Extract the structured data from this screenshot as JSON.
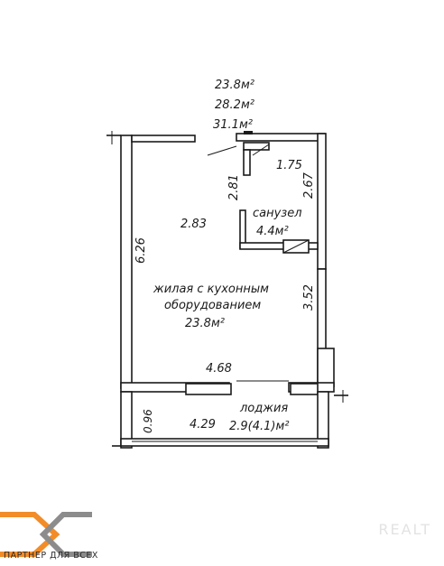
{
  "areas": {
    "total_1": "23.8м²",
    "total_2": "28.2м²",
    "total_3": "31.1м²"
  },
  "dimensions": {
    "d_1_75": "1.75",
    "d_2_81": "2.81",
    "d_2_67": "2.67",
    "d_2_83": "2.83",
    "d_6_26": "6.26",
    "d_3_52": "3.52",
    "d_4_68": "4.68",
    "d_0_96": "0.96",
    "d_4_29": "4.29"
  },
  "rooms": {
    "bathroom_name": "санузел",
    "bathroom_area": "4.4м²",
    "living_line1": "жилая с кухонным",
    "living_line2": "оборудованием",
    "living_area": "23.8м²",
    "loggia_name": "лоджия",
    "loggia_area": "2.9(4.1)м²"
  },
  "branding": {
    "logo_text": "ПАРТНЕР ДЛЯ ВСЕХ",
    "watermark": "REALT"
  },
  "colors": {
    "logo_orange": "#f28c28",
    "logo_gray": "#8c8c8c"
  }
}
